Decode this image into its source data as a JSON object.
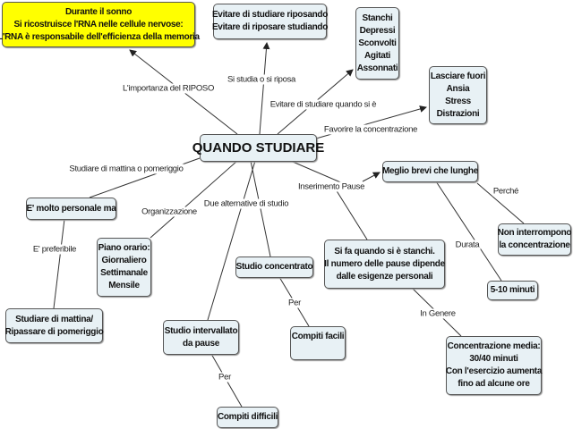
{
  "root": "QUANDO STUDIARE",
  "nodes": {
    "sonno": [
      "Durante il sonno",
      "Si ricostruisce l'RNA nelle cellule nervose:",
      "L'RNA è responsabile dell'efficienza della memoria"
    ],
    "evitare": [
      "Evitare di studiare riposando",
      "Evitare di riposare studiando"
    ],
    "stati": [
      "Stanchi",
      "Depressi",
      "Sconvolti",
      "Agitati",
      "Assonnati"
    ],
    "lasciare": [
      "Lasciare fuori",
      "Ansia",
      "Stress",
      "Distrazioni"
    ],
    "meglio": [
      "Meglio brevi che lunghe"
    ],
    "non_interrompono": [
      "Non interrompono",
      "la concentrazione"
    ],
    "durata": [
      "5-10 minuti"
    ],
    "si_fa": [
      "Si fa quando si è stanchi.",
      "Il numero delle pause dipende",
      "dalle esigenze personali"
    ],
    "concentrazione": [
      "Concentrazione media:",
      "30/40 minuti",
      "Con l'esercizio aumenta",
      "fino ad alcune ore"
    ],
    "concentrato": [
      "Studio concentrato"
    ],
    "facili": [
      "Compiti facili"
    ],
    "personale": [
      "E' molto personale ma"
    ],
    "piano": [
      "Piano orario:",
      "Giornaliero",
      "Settimanale",
      "Mensile"
    ],
    "mattina": [
      "Studiare di mattina/",
      "Ripassare di pomeriggio"
    ],
    "intervallato": [
      "Studio intervallato",
      "da pause"
    ],
    "difficili": [
      "Compiti difficili"
    ]
  },
  "links": {
    "importanza": "L'importanza del RIPOSO",
    "si_studia": "Si studia o si riposa",
    "evitare_quando": "Evitare di studiare quando si è",
    "favorire": "Favorire la concentrazione",
    "mattina_pomeriggio": "Studiare di mattina o pomeriggio",
    "organizzazione": "Organizzazione",
    "due_alternative": "Due alternative di studio",
    "inserimento": "Inserimento Pause",
    "perche": "Perché",
    "durata": "Durata",
    "in_genere": "In Genere",
    "preferibile": "E' preferibile",
    "per1": "Per",
    "per2": "Per"
  },
  "colors": {
    "node_bg": "#e8f1f5",
    "highlight": "#ffff00"
  }
}
